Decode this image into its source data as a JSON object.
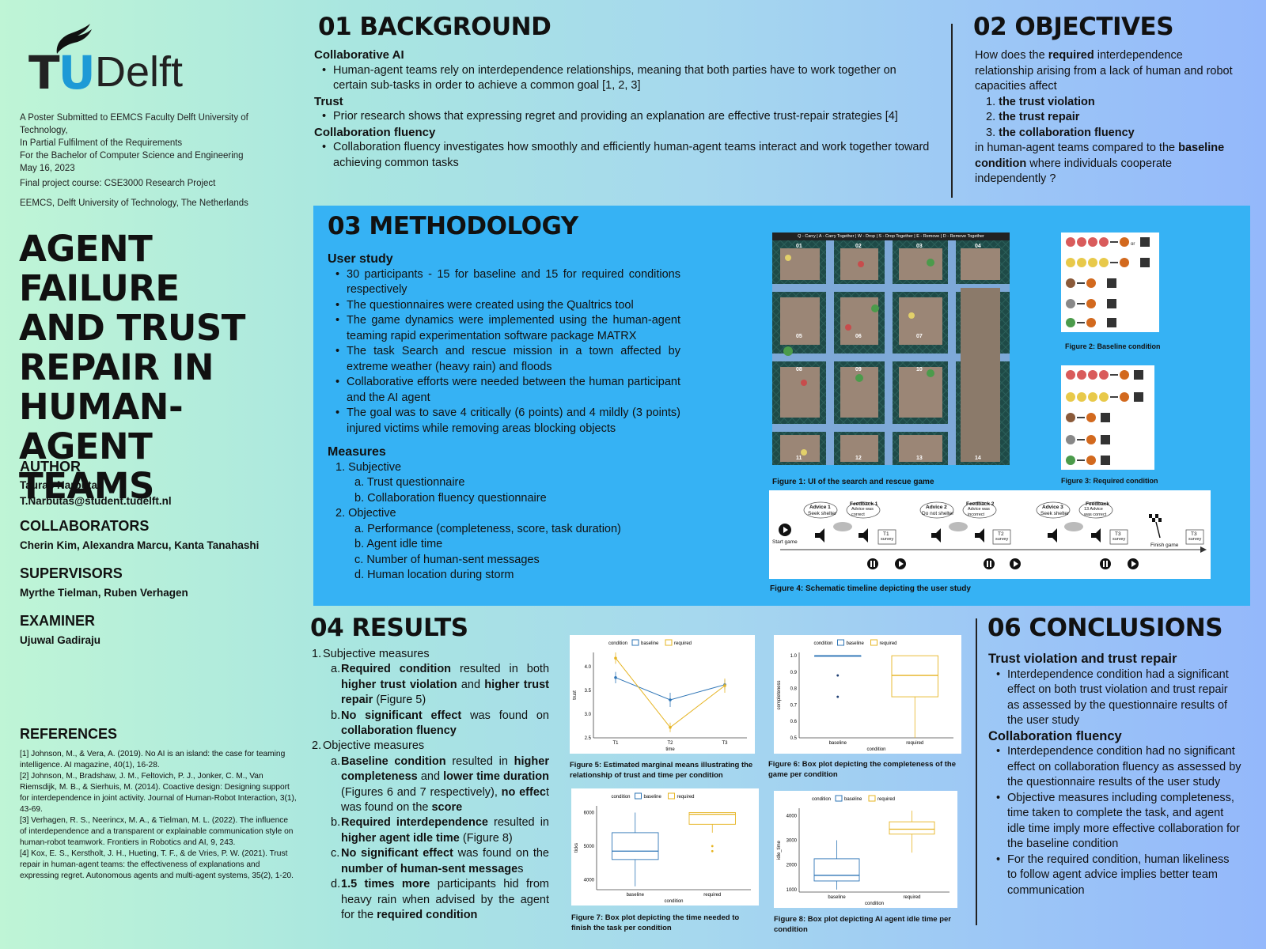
{
  "logo": {
    "tu": "TU",
    "delft": "Delft"
  },
  "meta": {
    "line1": "A Poster Submitted to EEMCS Faculty Delft University of Technology,",
    "line2": "In Partial Fulfilment of the Requirements",
    "line3": "For the Bachelor of Computer Science and Engineering",
    "line4": "May 16, 2023",
    "line5": "Final project course: CSE3000 Research Project",
    "line6": "EEMCS, Delft University of Technology, The Netherlands"
  },
  "title": {
    "l1": "AGENT FAILURE",
    "l2": "AND TRUST",
    "l3": "REPAIR IN",
    "l4": "HUMAN-AGENT",
    "l5": "TEAMS"
  },
  "people": {
    "author_h": "AUTHOR",
    "author_name": "Tauras Narbutas",
    "author_email": "T.Narbutas@student.tudelft.nl",
    "collab_h": "COLLABORATORS",
    "collab": "Cherin Kim, Alexandra Marcu, Kanta Tanahashi",
    "sup_h": "SUPERVISORS",
    "sup": "Myrthe Tielman, Ruben Verhagen",
    "exam_h": "EXAMINER",
    "exam": "Ujuwal Gadiraju"
  },
  "references": {
    "h": "REFERENCES",
    "r1": "[1] Johnson, M., & Vera, A. (2019). No AI is an island: the case for teaming intelligence. AI magazine, 40(1), 16-28.",
    "r2": "[2] Johnson, M., Bradshaw, J. M., Feltovich, P. J., Jonker, C. M., Van Riemsdijk, M. B., & Sierhuis, M. (2014). Coactive design: Designing support for interdependence in joint activity. Journal of Human-Robot Interaction, 3(1), 43-69.",
    "r3": "[3] Verhagen, R. S., Neerincx, M. A., & Tielman, M. L. (2022). The influence of interdependence and a transparent or explainable communication style on human-robot teamwork. Frontiers in Robotics and AI, 9, 243.",
    "r4": "[4] Kox, E. S., Kerstholt, J. H., Hueting, T. F., & de Vries, P. W. (2021). Trust repair in human-agent teams: the effectiveness of explanations and expressing regret. Autonomous agents and multi-agent systems, 35(2), 1-20."
  },
  "background": {
    "h": "01 BACKGROUND",
    "s1": "Collaborative AI",
    "b1": "Human-agent teams rely on interdependence relationships, meaning that both parties have to work together on certain sub-tasks in order to achieve a common goal [1, 2, 3]",
    "s2": "Trust",
    "b2": "Prior research shows that expressing regret and providing an explanation are effective trust-repair strategies [4]",
    "s3": "Collaboration fluency",
    "b3": "Collaboration fluency investigates how smoothly and efficiently human-agent teams interact and work together toward achieving common tasks"
  },
  "objectives": {
    "h": "02 OBJECTIVES",
    "p1a": "How does the ",
    "p1b": "required",
    "p1c": " interdependence relationship arising from a lack of human and robot capacities affect",
    "i1": "the trust violation",
    "i2": "the trust repair",
    "i3": "the collaboration fluency",
    "p2a": "in human-agent teams compared to the ",
    "p2b": "baseline condition",
    "p2c": " where individuals cooperate independently ?"
  },
  "methodology": {
    "h": "03 METHODOLOGY",
    "s1": "User study",
    "b1": "30 participants - 15 for baseline and 15 for required conditions respectively",
    "b2": "The questionnaires were created using the Qualtrics tool",
    "b3": "The game dynamics were implemented using the human-agent teaming rapid experimentation software package MATRX",
    "b4": "The task Search and rescue mission in a town affected by extreme weather (heavy rain) and floods",
    "b5": "Collaborative efforts were needed between the human participant and the AI agent",
    "b6": "The goal was to save  4 critically (6 points) and 4 mildly (3 points) injured victims while removing areas blocking objects",
    "s2": "Measures",
    "m1": "Subjective",
    "m1a": "Trust questionnaire",
    "m1b": "Collaboration fluency questionnaire",
    "m2": "Objective",
    "m2a": "Performance (completeness, score, task duration)",
    "m2b": "Agent idle time",
    "m2c": "Number of human-sent messages",
    "m2d": "Human location during storm",
    "game_header": "Q - Carry | A - Carry Together | W - Drop | S - Drop Together | E - Remove | D - Remove Together",
    "rooms": [
      "01",
      "02",
      "03",
      "04",
      "05",
      "06",
      "07",
      "08",
      "09",
      "10",
      "11",
      "12",
      "13",
      "14"
    ],
    "fig1": "Figure 1: UI of the search and rescue game",
    "fig2": "Figure 2: Baseline condition",
    "fig3": "Figure 3: Required condition",
    "fig4": "Figure 4: Schematic timeline depicting the user study",
    "or": "or",
    "timeline": {
      "start": "Start game",
      "finish": "Finish game",
      "adv1": "Advice 1",
      "adv1s": "Seek shelter",
      "fb1": "Feedback 1",
      "fb1s": "Advice was correct",
      "adv2": "Advice 2",
      "adv2s": "Do not shelter",
      "fb2": "Feedback 2",
      "fb2s": "Advice was incorrect",
      "adv3": "Advice 3",
      "adv3s": "Seek shelter",
      "fb3": "Feedback",
      "fb3s": "13 Advice was correct",
      "t1": "T1",
      "t2": "T2",
      "t3": "T3",
      "survey": "survey"
    }
  },
  "results": {
    "h": "04 RESULTS",
    "n1": "1.",
    "s1": "Subjective measures",
    "a": "a.",
    "b": "b.",
    "c": "c.",
    "d": "d.",
    "n2": "2.",
    "r1a_1": "Required condition",
    "r1a_2": " resulted in both ",
    "r1a_3": "higher trust violation",
    "r1a_4": " and ",
    "r1a_5": "higher trust repair",
    "r1a_6": " (Figure 5)",
    "r1b_1": "No significant effect",
    "r1b_2": " was found on ",
    "r1b_3": "collaboration fluency",
    "s2": "Objective measures",
    "r2a_1": "Baseline condition",
    "r2a_2": " resulted in ",
    "r2a_3": "higher completeness",
    "r2a_4": " and ",
    "r2a_5": "lower time duration",
    "r2a_6": " (Figures 6 and 7 respectively), ",
    "r2a_7": "no effec",
    "r2a_8": "t was found on the ",
    "r2a_9": "score",
    "r2b_1": "Required interdependence",
    "r2b_2": " resulted in ",
    "r2b_3": "higher agent idle time",
    "r2b_4": " (Figure 8)",
    "r2c_1": "No significant effect",
    "r2c_2": " was found on the ",
    "r2c_3": "number of human-sent message",
    "r2c_4": "s",
    "r2d_1": "1.5 times more",
    "r2d_2": " participants hid from heavy rain when advised by the agent for the ",
    "r2d_3": "required  condition",
    "fig5": "Figure 5: Estimated marginal means illustrating the relationship of trust and time per condition",
    "fig6": "Figure 6: Box plot depicting the completeness of the game per condition",
    "fig7": "Figure 7: Box plot depicting the time needed to finish the task per condition",
    "fig8": "Figure 8:  Box plot depicting AI agent idle time per condition"
  },
  "conclusions": {
    "h": "06 CONCLUSIONS",
    "s1": "Trust violation and trust repair",
    "b1": "Interdependence condition had a significant effect on both trust violation and trust repair as assessed by the questionnaire results of the user study",
    "s2": "Collaboration fluency",
    "b2": "Interdependence condition had no significant effect on collaboration fluency as assessed by the questionnaire results of the user study",
    "b3": " Objective measures including completeness, time taken to complete the task, and agent idle time imply more effective  collaboration for the baseline condition",
    "b4": " For the required condition, human likeliness to follow agent advice implies better team communication"
  },
  "chart_data": [
    {
      "type": "line",
      "legend_title": "condition",
      "x": [
        "T1",
        "T2",
        "T3"
      ],
      "xlabel": "time",
      "ylabel": "trust",
      "yticks": [
        "2.5",
        "3.0",
        "3.5",
        "4.0"
      ],
      "ylim": [
        2.5,
        4.3
      ],
      "legend": "top",
      "series": [
        {
          "name": "baseline",
          "values": [
            3.77,
            3.3,
            3.62
          ],
          "err": [
            0.12,
            0.15,
            0.1
          ],
          "color": "#2e75b6"
        },
        {
          "name": "required",
          "values": [
            4.18,
            2.72,
            3.6
          ],
          "err": [
            0.12,
            0.1,
            0.15
          ],
          "color": "#e6b422"
        }
      ]
    },
    {
      "type": "box",
      "legend_title": "condition",
      "categories": [
        "baseline",
        "required"
      ],
      "xlabel": "condition",
      "ylabel": "completeness",
      "yticks": [
        "0.5",
        "0.6",
        "0.7",
        "0.8",
        "0.9",
        "1.0"
      ],
      "ylim": [
        0.5,
        1.02
      ],
      "series": [
        {
          "name": "baseline",
          "min": 1.0,
          "q1": 1.0,
          "median": 1.0,
          "q3": 1.0,
          "max": 1.0,
          "outliers": [
            0.88,
            0.75
          ],
          "color": "#2e75b6"
        },
        {
          "name": "required",
          "min": 0.5,
          "q1": 0.75,
          "median": 0.88,
          "q3": 1.0,
          "max": 1.0,
          "outliers": [],
          "color": "#e6b422"
        }
      ]
    },
    {
      "type": "box",
      "legend_title": "condition",
      "categories": [
        "baseline",
        "required"
      ],
      "xlabel": "condition",
      "ylabel": "ticks",
      "yticks": [
        "4000",
        "5000",
        "6000"
      ],
      "ylim": [
        3700,
        6200
      ],
      "series": [
        {
          "name": "baseline",
          "min": 3800,
          "q1": 4600,
          "median": 4850,
          "q3": 5400,
          "max": 6000,
          "outliers": [],
          "color": "#2e75b6"
        },
        {
          "name": "required",
          "min": 5400,
          "q1": 5650,
          "median": 5950,
          "q3": 6000,
          "max": 6000,
          "outliers": [
            5000,
            4850
          ],
          "color": "#e6b422"
        }
      ]
    },
    {
      "type": "box",
      "legend_title": "condition",
      "categories": [
        "baseline",
        "required"
      ],
      "xlabel": "condition",
      "ylabel": "idle_time",
      "yticks": [
        "1000",
        "2000",
        "3000",
        "4000"
      ],
      "ylim": [
        900,
        4300
      ],
      "series": [
        {
          "name": "baseline",
          "min": 1000,
          "q1": 1350,
          "median": 1580,
          "q3": 2250,
          "max": 3000,
          "outliers": [],
          "color": "#2e75b6"
        },
        {
          "name": "required",
          "min": 2500,
          "q1": 3250,
          "median": 3450,
          "q3": 3750,
          "max": 4200,
          "outliers": [],
          "color": "#e6b422"
        }
      ]
    }
  ]
}
